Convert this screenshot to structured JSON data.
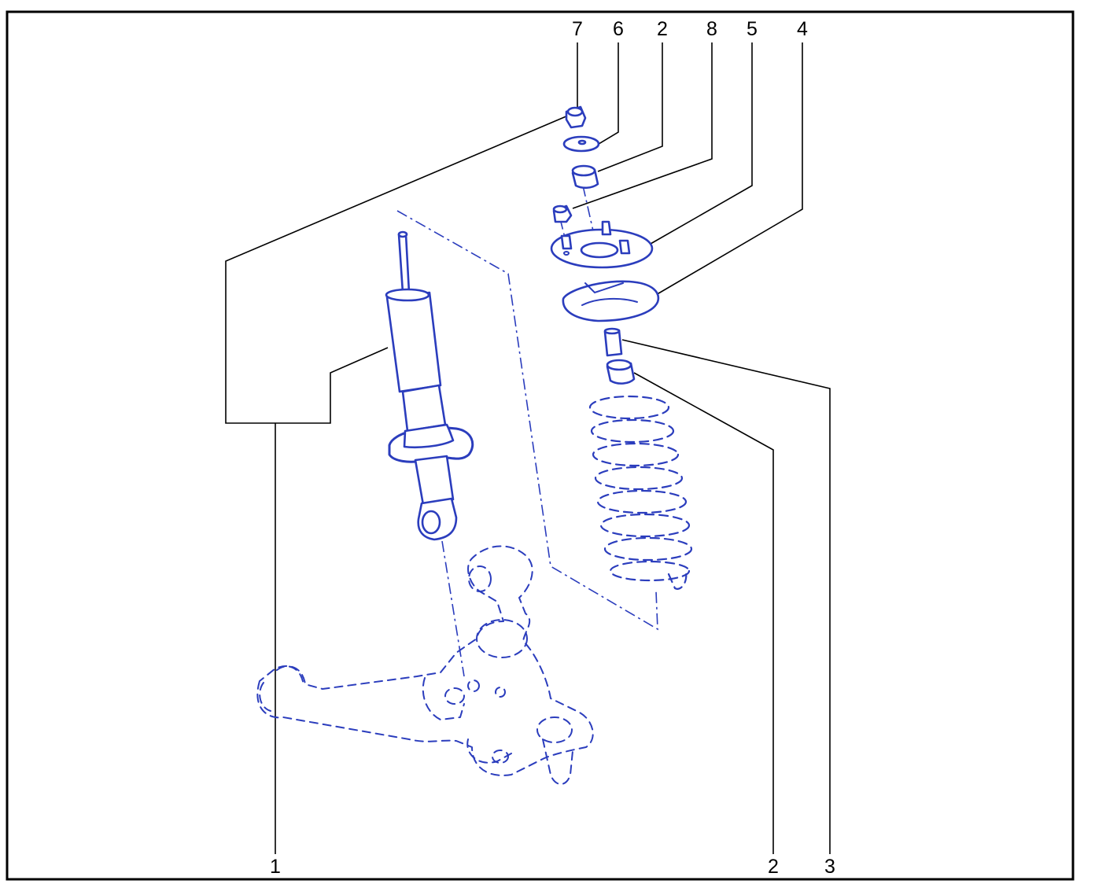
{
  "diagram": {
    "ink_color": "#2b3dbd",
    "callouts": [
      {
        "id": "top-7",
        "text": "7"
      },
      {
        "id": "top-6",
        "text": "6"
      },
      {
        "id": "top-2",
        "text": "2"
      },
      {
        "id": "top-8",
        "text": "8"
      },
      {
        "id": "top-5",
        "text": "5"
      },
      {
        "id": "top-4",
        "text": "4"
      },
      {
        "id": "bottom-1",
        "text": "1"
      },
      {
        "id": "bottom-2",
        "text": "2"
      },
      {
        "id": "bottom-3",
        "text": "3"
      }
    ]
  }
}
